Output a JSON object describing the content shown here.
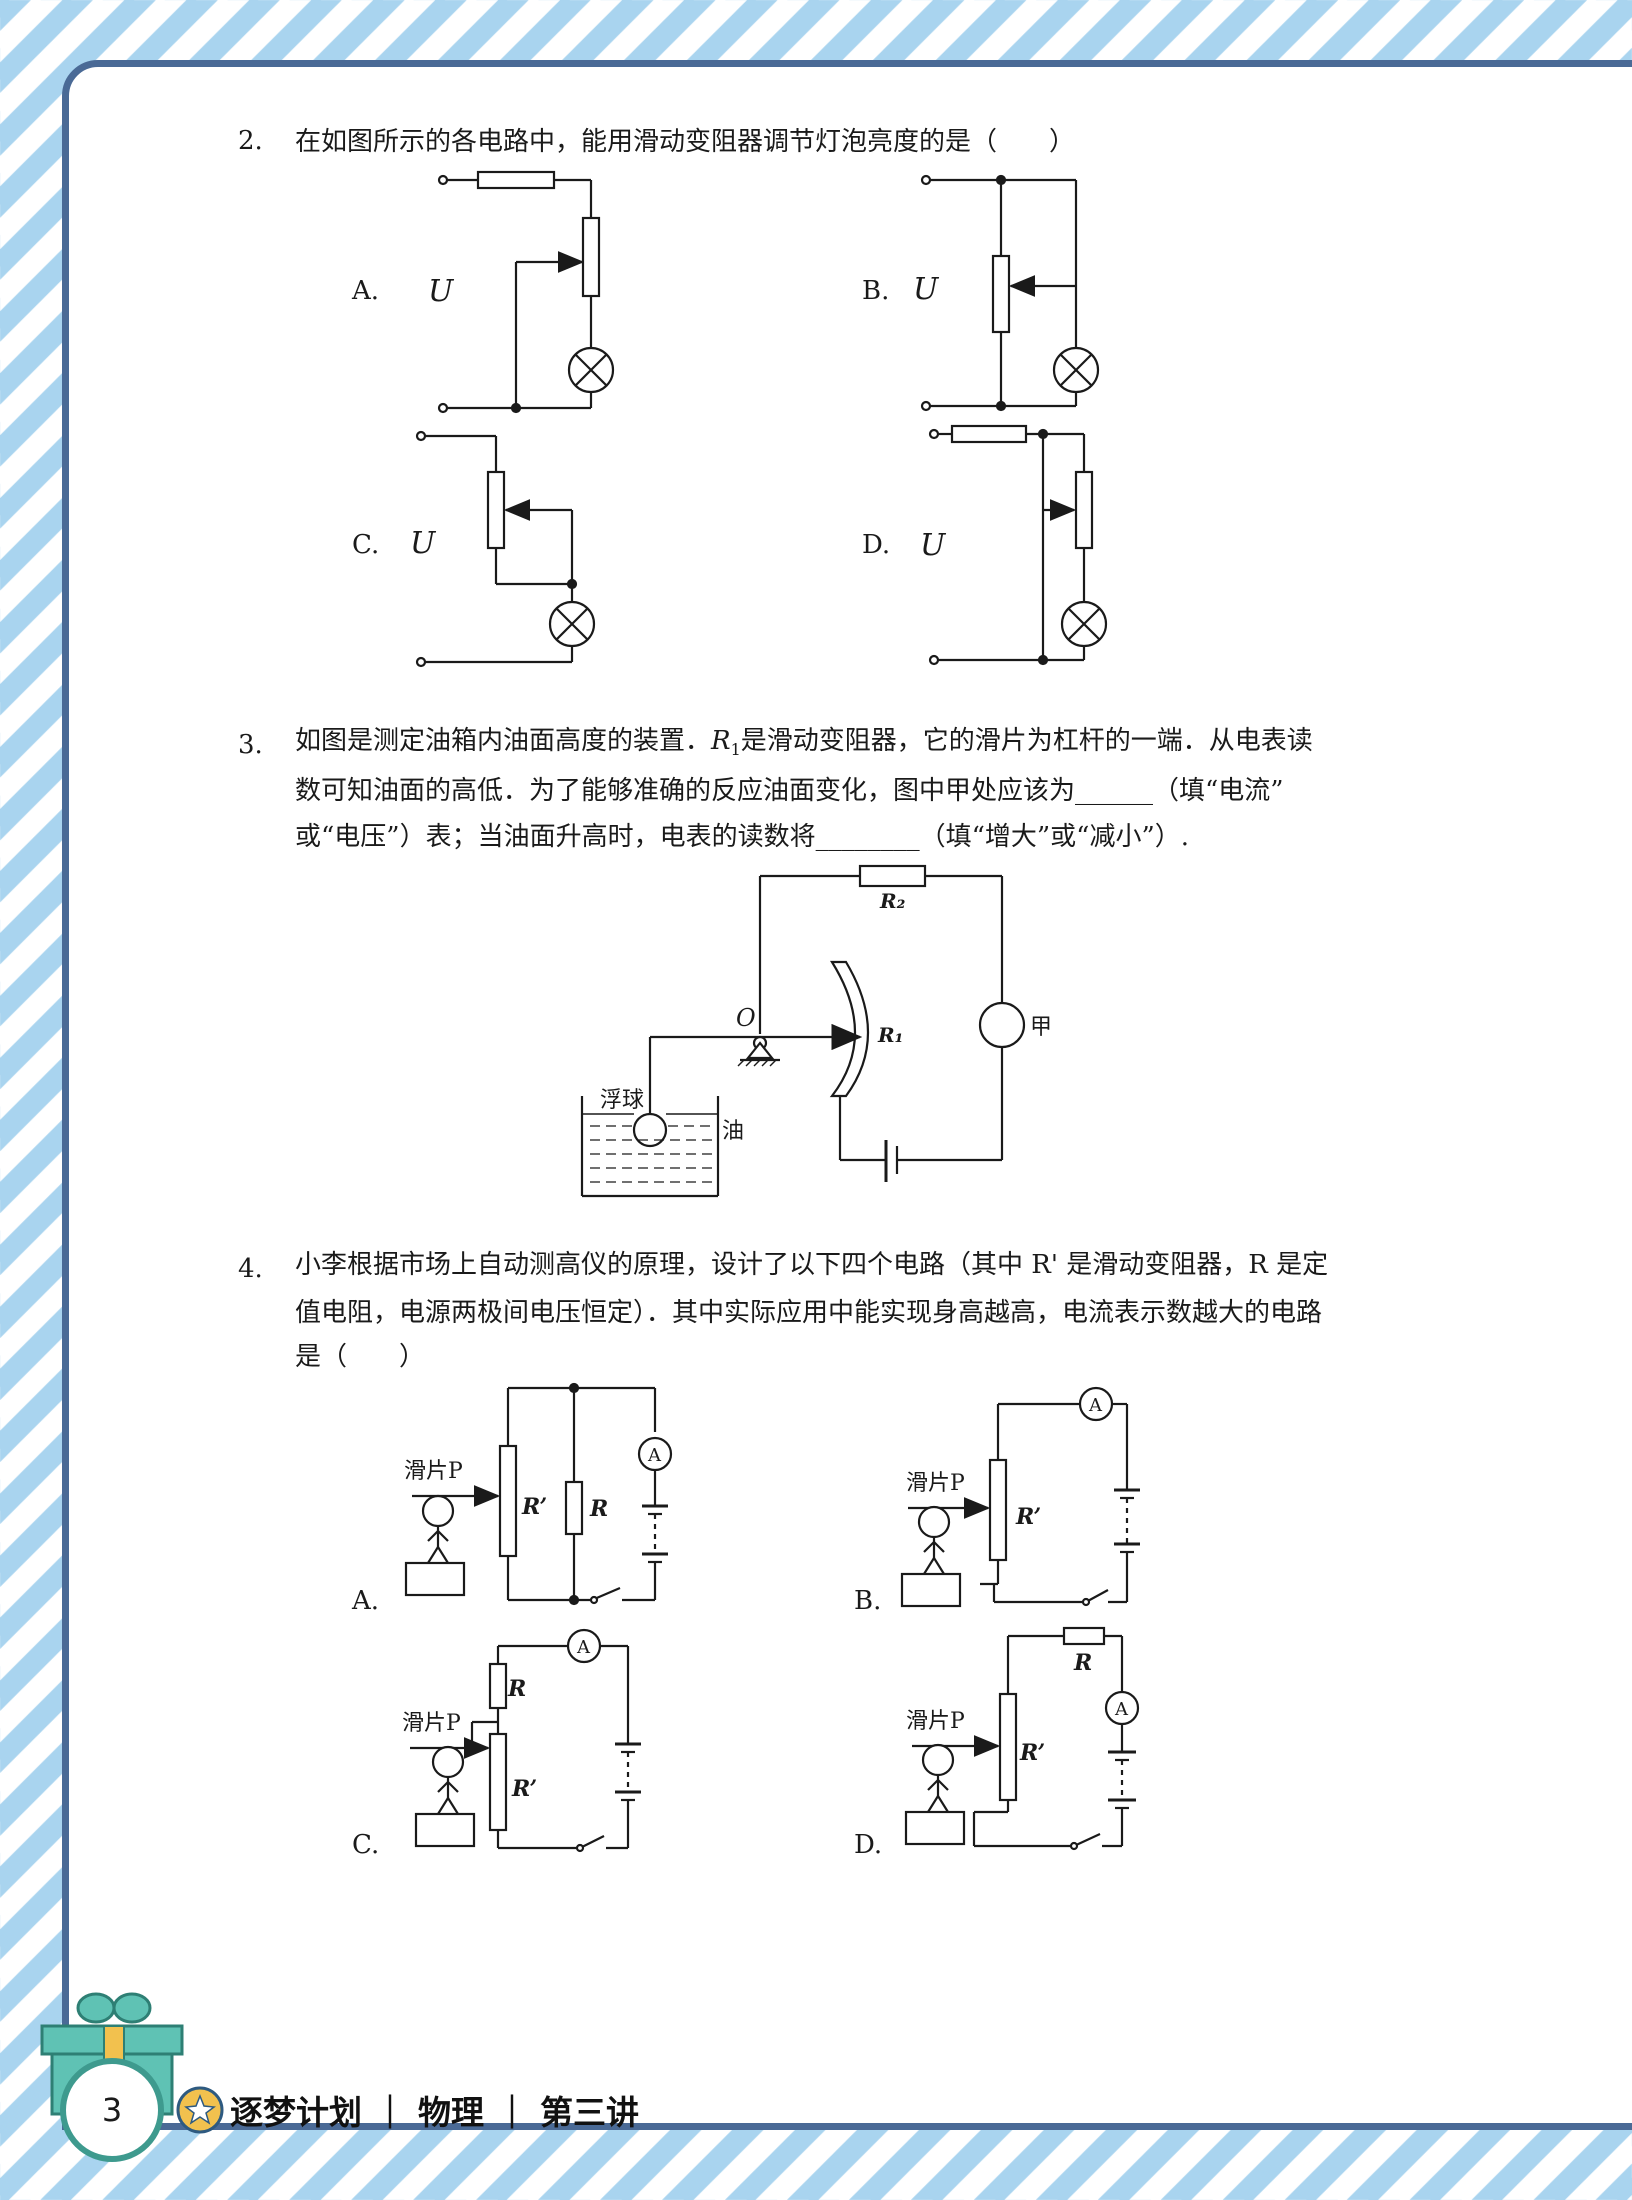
{
  "q2": {
    "number": "2.",
    "text": "在如图所示的各电路中，能用滑动变阻器调节灯泡亮度的是（　　）",
    "options": [
      "A.",
      "B.",
      "C.",
      "D."
    ],
    "voltage_label": "U"
  },
  "q3": {
    "number": "3.",
    "line1_a": "如图是测定油箱内油面高度的装置．",
    "r1_label": "R",
    "r1_sub": "1",
    "line1_b": "是滑动变阻器，它的滑片为杠杆的一端．从电表读",
    "line2": "数可知油面的高低．为了能够准确的反应油面变化，图中甲处应该为______（填“电流”",
    "line3": "或“电压”）表；当油面升高时，电表的读数将________（填“增大”或“减小”）.",
    "fig": {
      "r2": "R₂",
      "r1": "R₁",
      "pivot": "O",
      "meter": "甲",
      "float": "浮球",
      "oil": "油"
    }
  },
  "q4": {
    "number": "4.",
    "line1": "小李根据市场上自动测高仪的原理，设计了以下四个电路（其中 R' 是滑动变阻器，R 是定",
    "line2": "值电阻，电源两极间电压恒定）．其中实际应用中能实现身高越高，电流表示数越大的电路",
    "line3": "是（　　）",
    "options": [
      "A.",
      "B.",
      "C.",
      "D."
    ],
    "slider_label": "滑片P",
    "r_label": "R",
    "rp_label": "R’",
    "ammeter": "A"
  },
  "footer": {
    "page_number": "3",
    "text": "逐梦计划 ｜ 物理 ｜ 第三讲"
  },
  "colors": {
    "frame": "#4a6a96",
    "stripe": "#a9d4ef",
    "badge": "#3e9a8e",
    "star": "#f2c14e"
  }
}
